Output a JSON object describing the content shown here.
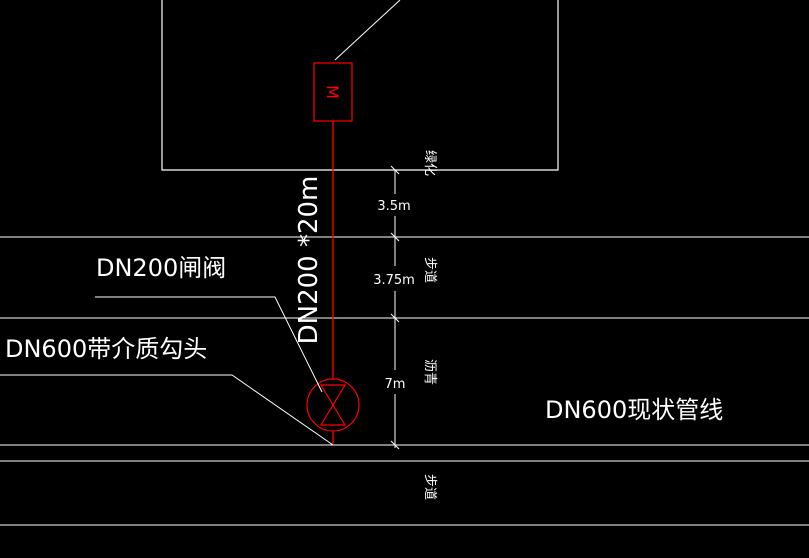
{
  "labels": {
    "valve": "DN200闸阀",
    "tap": "DN600带介质勾头",
    "pipe_spec": "DN200 *20m",
    "existing_pipe": "DN600现状管线",
    "motor": "M"
  },
  "dimensions": [
    "3.5m",
    "3.75m",
    "7m"
  ],
  "zones": [
    "绿化",
    "步道",
    "沥青",
    "步道"
  ],
  "colors": {
    "background": "#000000",
    "lines": "#ffffff",
    "pipe": "#ff0000",
    "edge": "#00ffff"
  }
}
